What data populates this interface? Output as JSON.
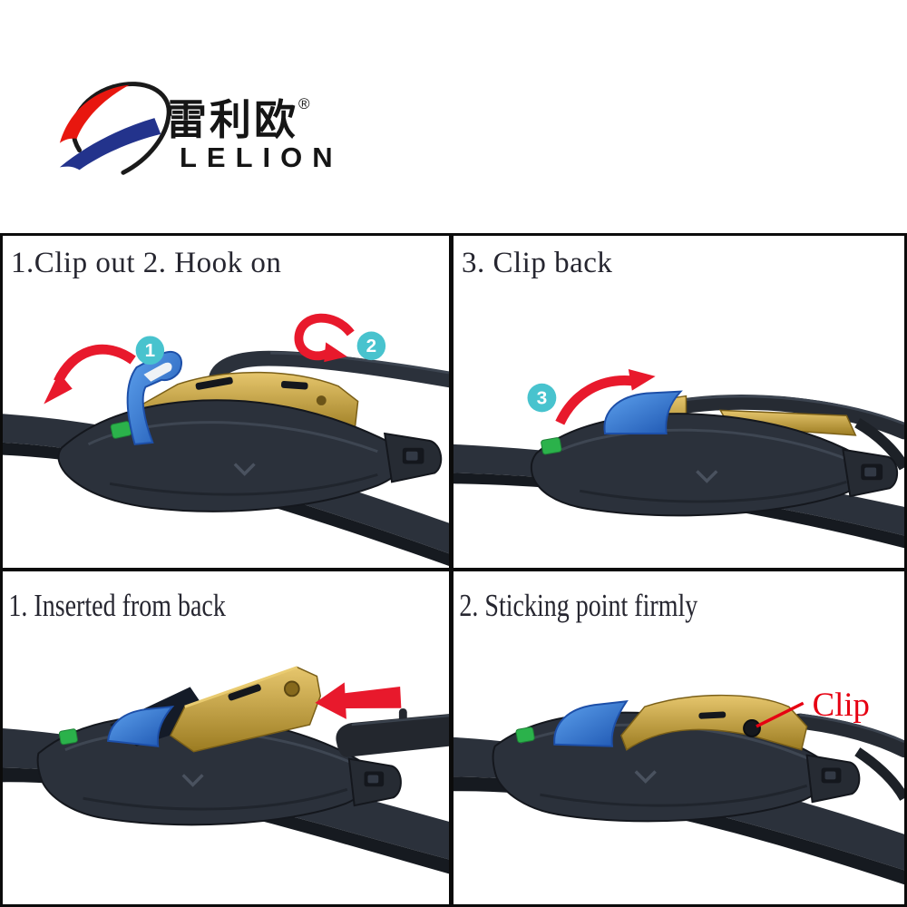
{
  "brand": {
    "chinese_name": "雷利欧",
    "registered_mark": "®",
    "latin_name": "LELION"
  },
  "panels": [
    {
      "title": "1.Clip out 2. Hook on",
      "badge_1": "1",
      "badge_2": "2"
    },
    {
      "title": "3. Clip back",
      "badge_3": "3"
    },
    {
      "title": "1. Inserted from back"
    },
    {
      "title": "2. Sticking point firmly",
      "callout": "Clip"
    }
  ],
  "colors": {
    "logo_red": "#e8170f",
    "logo_blue": "#23338c",
    "badge_teal": "#48c3ce",
    "arrow_red": "#e8192c",
    "callout_red": "#e60012",
    "adapter_gold": "#b3912f",
    "clip_blue": "#2f6fd2",
    "lock_green": "#2bb24b",
    "blade_dark": "#2b313b",
    "grid_border": "#0b0b0b"
  }
}
